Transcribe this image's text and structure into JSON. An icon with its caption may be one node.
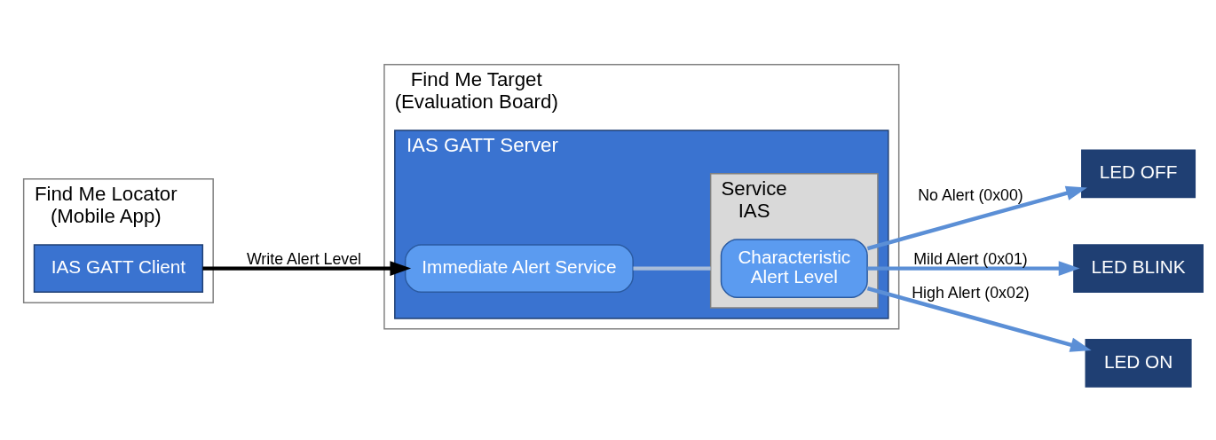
{
  "diagram": {
    "nodes": [
      {
        "text": [
          "Find Me Locator",
          "(Mobile App)"
        ]
      },
      {
        "text": [
          "IAS GATT Client"
        ],
        "in": 0
      },
      {
        "text": [
          "Find Me Target",
          "(Evaluation Board)"
        ]
      },
      {
        "text": [
          "IAS GATT Server"
        ],
        "in": 2
      },
      {
        "text": [
          "Immediate Alert Service"
        ],
        "in": 3
      },
      {
        "text": [
          "Service",
          "IAS"
        ],
        "in": 3
      },
      {
        "text": [
          "Characteristic",
          "Alert Level"
        ],
        "in": 5
      },
      {
        "text": [
          "LED OFF"
        ]
      },
      {
        "text": [
          "LED BLINK"
        ]
      },
      {
        "text": [
          "LED ON"
        ]
      }
    ],
    "edges": [
      {
        "from": 1,
        "to": 4,
        "arrow": "to",
        "label": "Write Alert Level",
        "color": "#000000"
      },
      {
        "from": 4,
        "to": 5,
        "arrow": "none",
        "color": "#a9bdd9"
      },
      {
        "from": 6,
        "to": 7,
        "arrow": "to",
        "label": "No Alert (0x00)"
      },
      {
        "from": 6,
        "to": 8,
        "arrow": "to",
        "label": "Mild Alert (0x01)"
      },
      {
        "from": 6,
        "to": 9,
        "arrow": "to",
        "label": "High Alert (0x02)"
      }
    ]
  }
}
